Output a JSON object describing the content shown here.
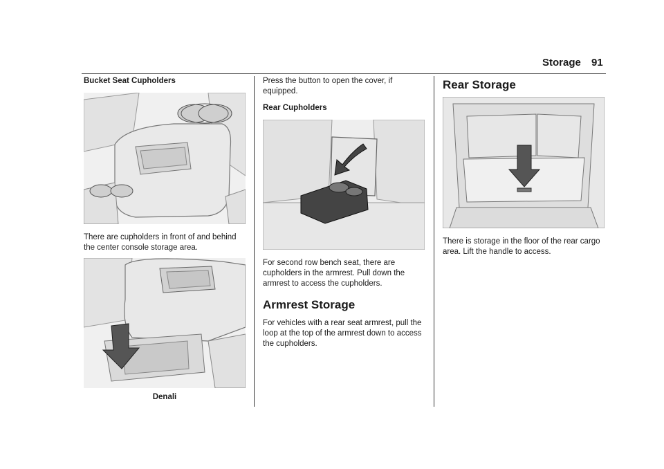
{
  "header": {
    "section": "Storage",
    "page_number": "91"
  },
  "col1": {
    "heading": "Bucket Seat Cupholders",
    "para1": "There are cupholders in front of and behind the center console storage area.",
    "fig2_caption": "Denali"
  },
  "col2": {
    "intro": "Press the button to open the cover, if equipped.",
    "heading_rear_cupholders": "Rear Cupholders",
    "para_rear_cupholders": "For second row bench seat, there are cupholders in the armrest. Pull down the armrest to access the cupholders.",
    "heading_armrest_storage": "Armrest Storage",
    "para_armrest_storage": "For vehicles with a rear seat armrest, pull the loop at the top of the armrest down to access the cupholders."
  },
  "col3": {
    "heading": "Rear Storage",
    "para": "There is storage in the floor of the rear cargo area. Lift the handle to access."
  }
}
